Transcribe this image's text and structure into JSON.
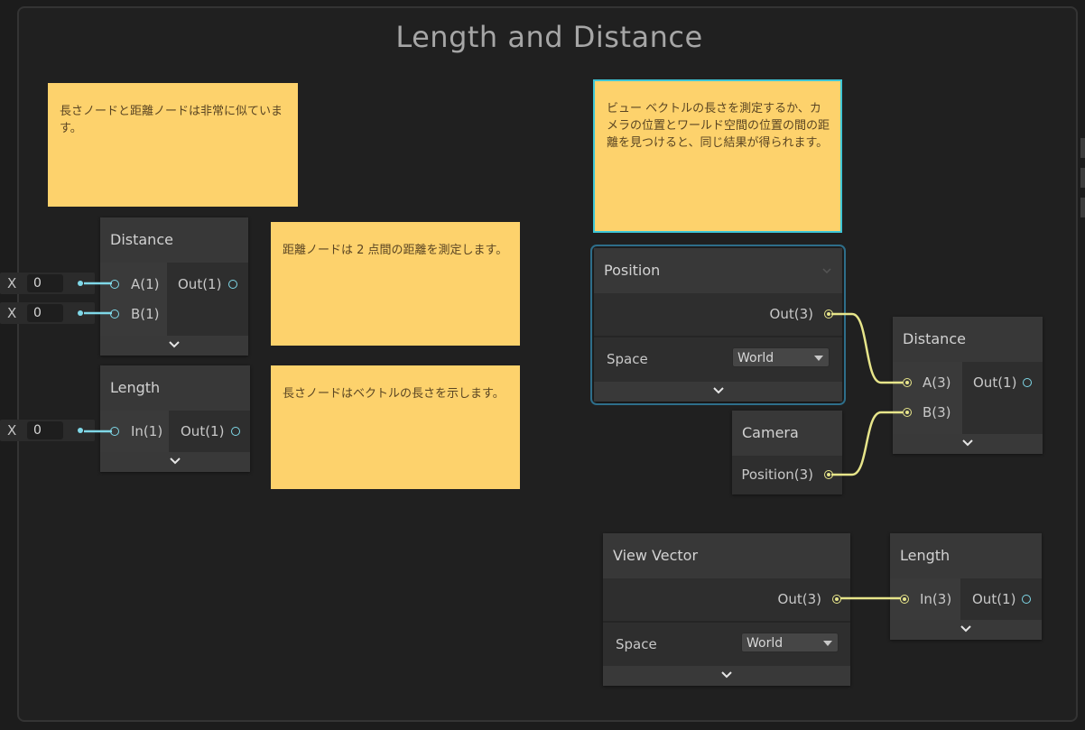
{
  "group": {
    "title": "Length and Distance"
  },
  "sticky_notes": [
    {
      "text": "長さノードと距離ノードは非常に似ています。"
    },
    {
      "text": "距離ノードは 2 点間の距離を測定します。"
    },
    {
      "text": "長さノードはベクトルの長さを示します。"
    },
    {
      "text": "ビュー ベクトルの長さを測定するか、カメラの位置とワールド空間の位置の間の距離を見つけると、同じ結果が得られます。"
    }
  ],
  "inline_inputs": [
    {
      "axis": "X",
      "value": "0"
    },
    {
      "axis": "X",
      "value": "0"
    },
    {
      "axis": "X",
      "value": "0"
    }
  ],
  "nodes": {
    "distance_left": {
      "title": "Distance",
      "in_a": "A(1)",
      "in_b": "B(1)",
      "out": "Out(1)"
    },
    "length_left": {
      "title": "Length",
      "in": "In(1)",
      "out": "Out(1)"
    },
    "position": {
      "title": "Position",
      "out": "Out(3)",
      "space_label": "Space",
      "space_value": "World"
    },
    "camera": {
      "title": "Camera",
      "out": "Position(3)"
    },
    "distance_right": {
      "title": "Distance",
      "in_a": "A(3)",
      "in_b": "B(3)",
      "out": "Out(1)"
    },
    "view_vector": {
      "title": "View Vector",
      "out": "Out(3)",
      "space_label": "Space",
      "space_value": "World"
    },
    "length_right": {
      "title": "Length",
      "in": "In(3)",
      "out": "Out(1)"
    }
  },
  "colors": {
    "float_port": "#7fd8e8",
    "vector3_port": "#e7e58a",
    "sticky_bg": "#fdd26c",
    "selection": "#3ec6d6"
  }
}
